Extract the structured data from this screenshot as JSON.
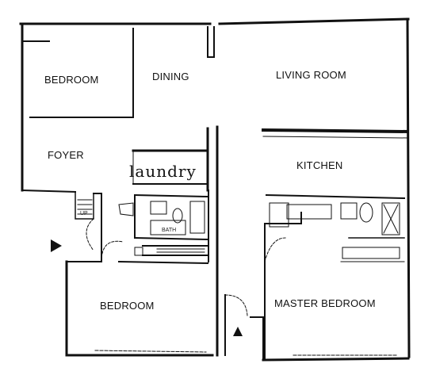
{
  "rooms": {
    "bedroom_top": "BEDROOM",
    "dining": "DINING",
    "living_room": "LIVING ROOM",
    "foyer": "FOYER",
    "laundry": "laundry",
    "kitchen": "KITCHEN",
    "bedroom_bottom": "BEDROOM",
    "master_bedroom": "MASTER BEDROOM"
  },
  "fixtures": {
    "up_marker": "UP",
    "bath_label": "BATH"
  },
  "icons": {
    "entry_arrow": "entry-arrow-icon",
    "north_arrow": "north-arrow-icon"
  },
  "colors": {
    "ink": "#111111",
    "paper": "#ffffff"
  }
}
